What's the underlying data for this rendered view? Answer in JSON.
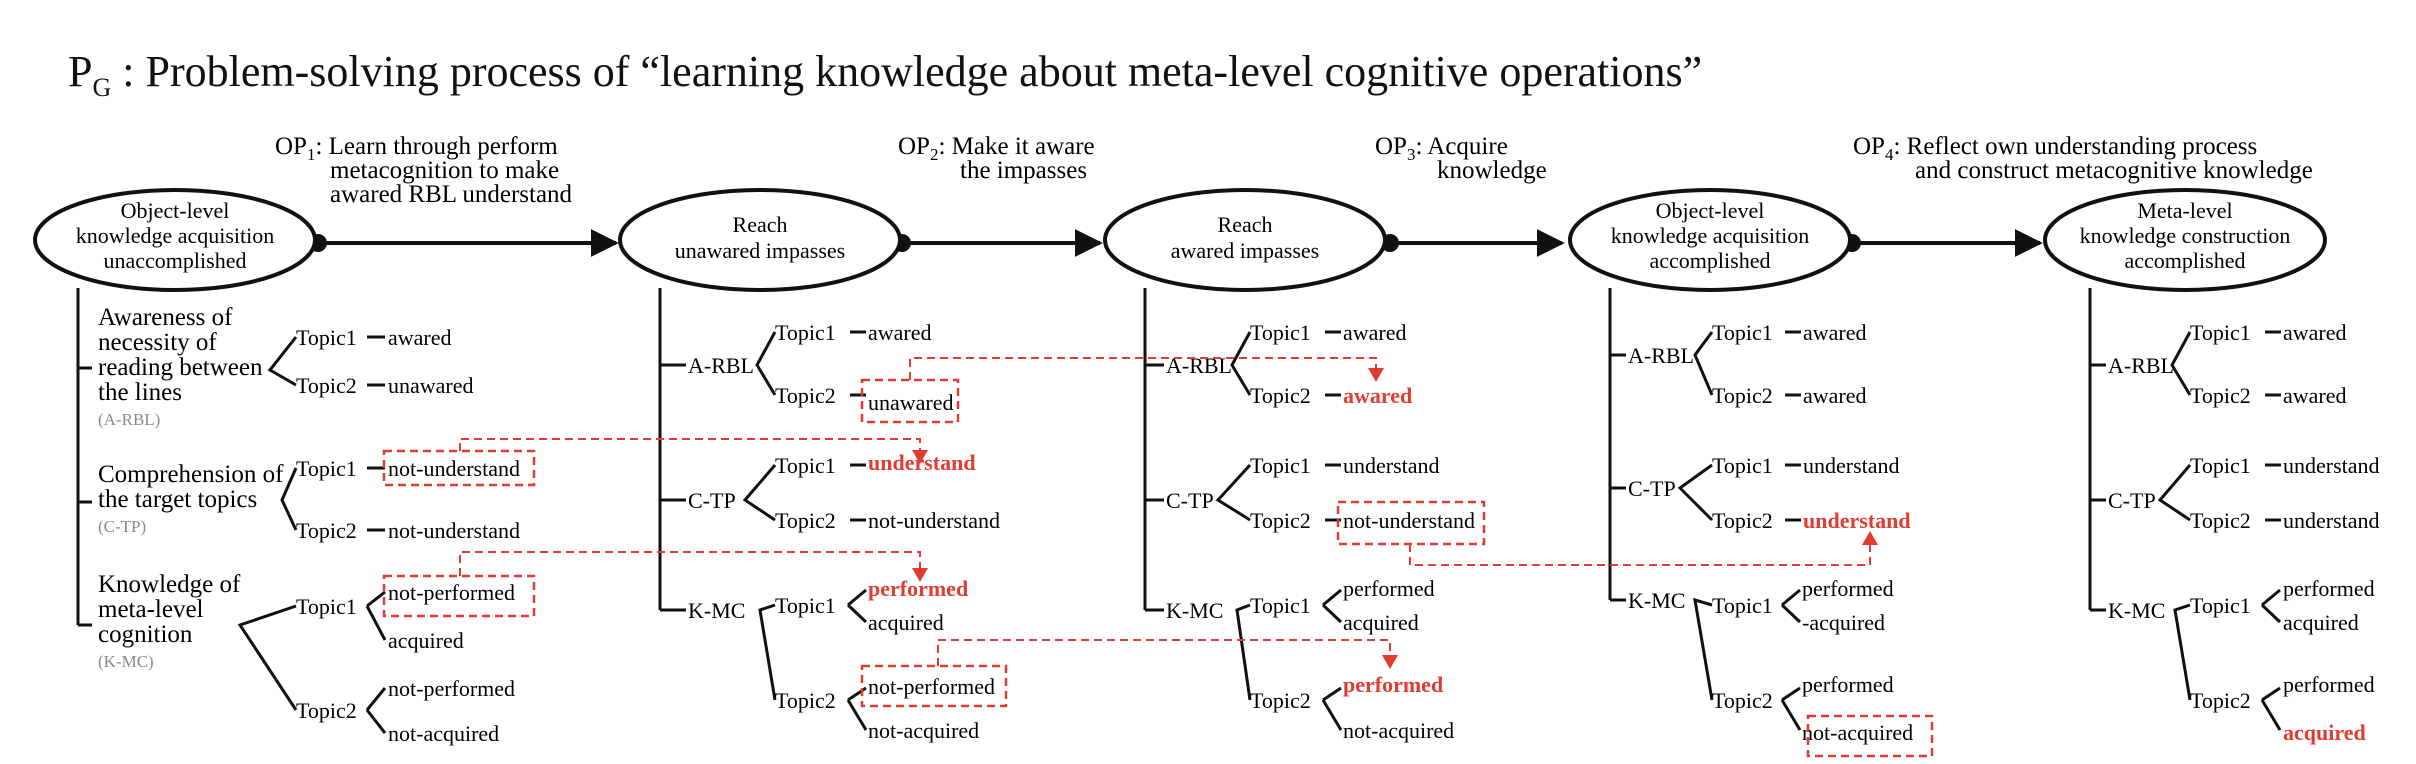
{
  "title": {
    "p": "P",
    "sub": "G",
    "rest": " : Problem-solving process of “learning knowledge about meta-level cognitive operations”"
  },
  "colors": {
    "line": "#111111",
    "accent_red": "#e03c31",
    "abbr_gray": "#8a8a8a"
  },
  "operations": [
    {
      "op": "OP",
      "sub": "1",
      "lines": [
        ": Learn through perform",
        "metacognition to make",
        "awared RBL understand"
      ]
    },
    {
      "op": "OP",
      "sub": "2",
      "lines": [
        ": Make it aware",
        "the impasses"
      ]
    },
    {
      "op": "OP",
      "sub": "3",
      "lines": [
        ": Acquire",
        "knowledge"
      ]
    },
    {
      "op": "OP",
      "sub": "4",
      "lines": [
        ": Reflect own understanding process",
        "and construct metacognitive knowledge"
      ]
    }
  ],
  "states": [
    {
      "lines": [
        "Object-level",
        "knowledge acquisition",
        "unaccomplished"
      ]
    },
    {
      "lines": [
        "Reach",
        "unawared impasses"
      ]
    },
    {
      "lines": [
        "Reach",
        "awared impasses"
      ]
    },
    {
      "lines": [
        "Object-level",
        "knowledge acquisition",
        "accomplished"
      ]
    },
    {
      "lines": [
        "Meta-level",
        "knowledge construction",
        "accomplished"
      ]
    }
  ],
  "first_categories": [
    {
      "lines": [
        "Awareness of",
        "necessity of",
        "reading  between",
        "the lines"
      ],
      "abbr": "(A-RBL)"
    },
    {
      "lines": [
        "Comprehension of",
        "the target topics"
      ],
      "abbr": "(C-TP)"
    },
    {
      "lines": [
        "Knowledge of",
        "meta-level",
        "cognition"
      ],
      "abbr": "(K-MC)"
    }
  ],
  "category_labels": [
    "A-RBL",
    "C-TP",
    "K-MC"
  ],
  "topic_labels": [
    "Topic1",
    "Topic2"
  ],
  "columns": [
    {
      "arbl": [
        "awared",
        "unawared"
      ],
      "ctp": [
        "not-understand",
        "not-understand"
      ],
      "kmc_t1": [
        "not-performed",
        "acquired"
      ],
      "kmc_t2": [
        "not-performed",
        "not-acquired"
      ]
    },
    {
      "arbl": [
        "awared",
        "unawared"
      ],
      "ctp": [
        "understand",
        "not-understand"
      ],
      "kmc_t1": [
        "performed",
        "acquired"
      ],
      "kmc_t2": [
        "not-performed",
        "not-acquired"
      ]
    },
    {
      "arbl": [
        "awared",
        "awared"
      ],
      "ctp": [
        "understand",
        "not-understand"
      ],
      "kmc_t1": [
        "performed",
        "acquired"
      ],
      "kmc_t2": [
        "performed",
        "not-acquired"
      ]
    },
    {
      "arbl": [
        "awared",
        "awared"
      ],
      "ctp": [
        "understand",
        "understand"
      ],
      "kmc_t1": [
        "performed",
        "-acquired"
      ],
      "kmc_t2": [
        "performed",
        "not-acquired"
      ]
    },
    {
      "arbl": [
        "awared",
        "awared"
      ],
      "ctp": [
        "understand",
        "understand"
      ],
      "kmc_t1": [
        "performed",
        "acquired"
      ],
      "kmc_t2": [
        "performed",
        "acquired"
      ]
    }
  ]
}
